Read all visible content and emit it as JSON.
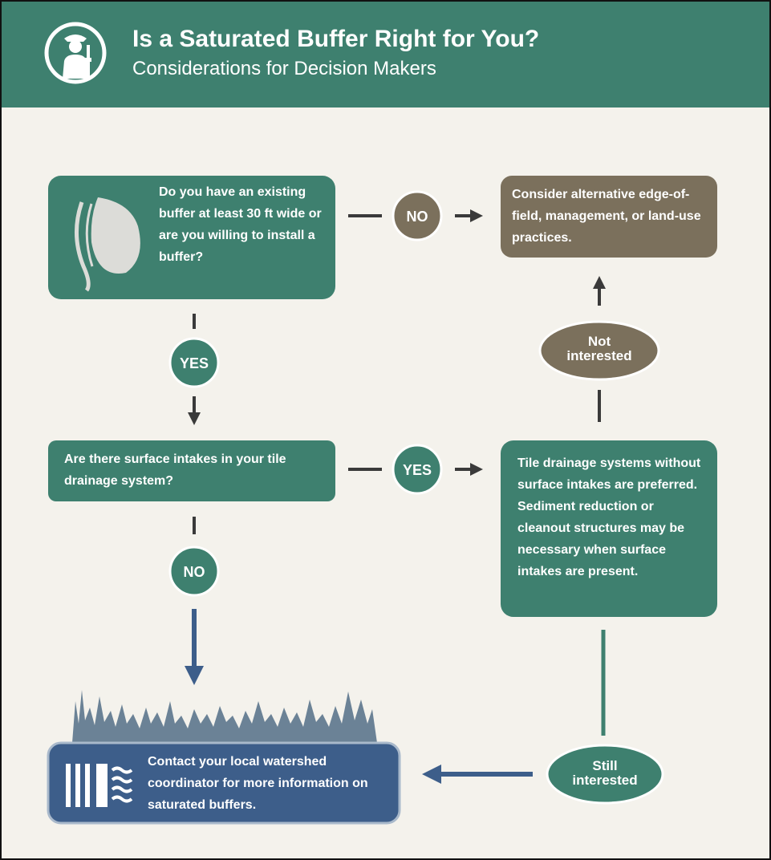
{
  "header": {
    "title": "Is a Saturated Buffer Right for You?",
    "subtitle": "Considerations for Decision Makers",
    "logo_icon": "farmer-icon"
  },
  "colors": {
    "header": "#3e806f",
    "green_box": "#3e806f",
    "brown_box": "#7b705c",
    "blue_box": "#3d5e8a",
    "background": "#f4f2ec"
  },
  "nodes": {
    "q1": "Do you have an existing buffer at least 30 ft wide or are you willing to install a buffer?",
    "alt": "Consider alternative edge-of-field, management, or land-use practices.",
    "q2": "Are there surface intakes in your tile drainage system?",
    "tile": "Tile drainage systems without surface intakes are preferred. Sediment reduction or cleanout structures may be necessary when surface intakes are present.",
    "contact": "Contact your local watershed coordinator for more information on saturated buffers."
  },
  "labels": {
    "no_1": "NO",
    "yes_1": "YES",
    "yes_2": "YES",
    "no_2": "NO",
    "not_interested": "Not interested",
    "still_interested": "Still interested"
  }
}
